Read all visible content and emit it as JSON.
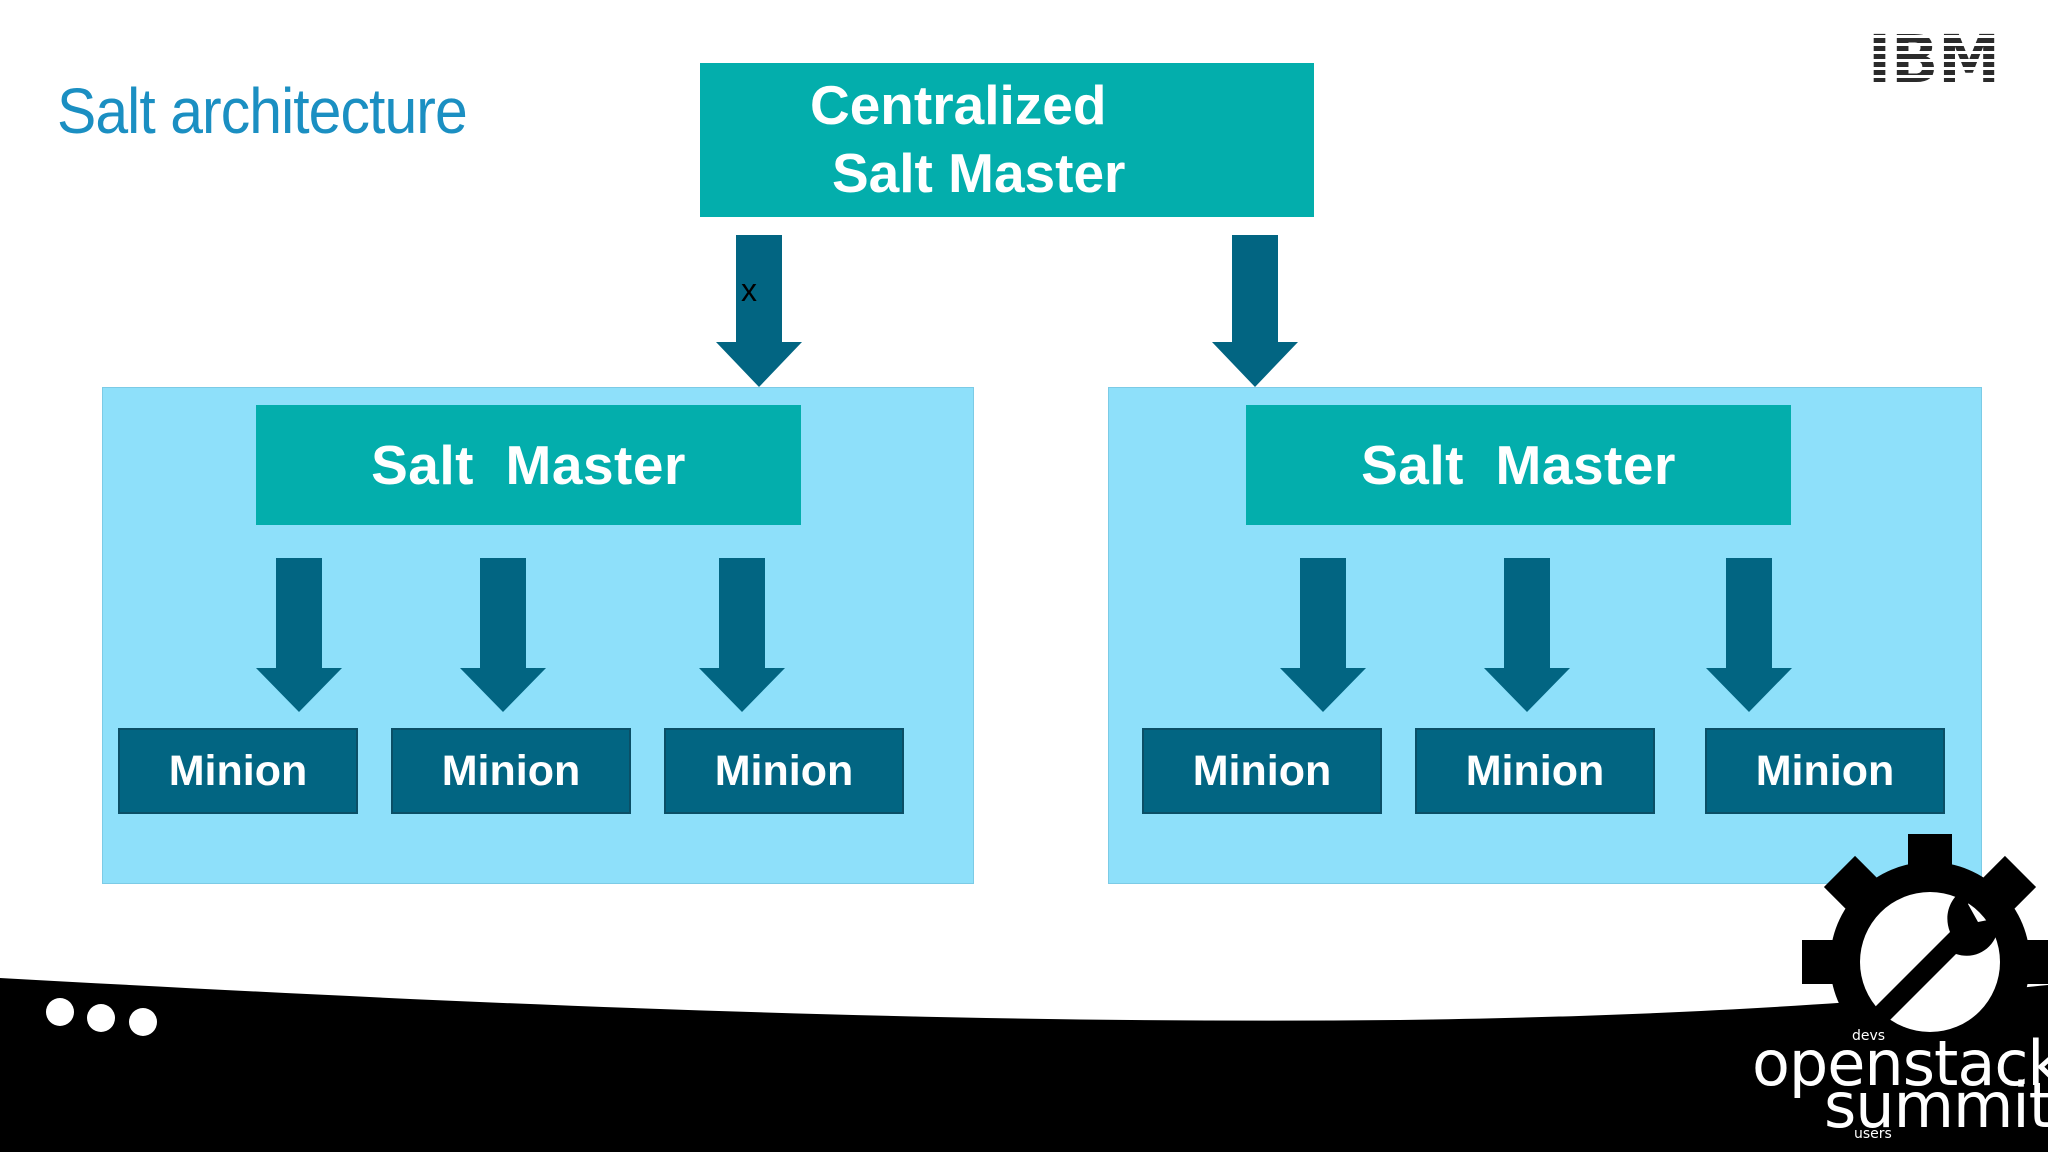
{
  "slide": {
    "title": "Salt architecture"
  },
  "brand": {
    "ibm_logo": "IBM",
    "openstack_line1": "openstack",
    "openstack_line2": "summit",
    "openstack_tag_top": "devs",
    "openstack_tag_bottom": "users"
  },
  "diagram": {
    "central_master": {
      "line1": "Centralized",
      "line2": "Salt Master"
    },
    "left_arrow_mark": "x",
    "zones": [
      {
        "master": "Salt  Master",
        "minions": [
          "Minion",
          "Minion",
          "Minion"
        ]
      },
      {
        "master": "Salt  Master",
        "minions": [
          "Minion",
          "Minion",
          "Minion"
        ]
      }
    ]
  },
  "colors": {
    "title": "#1b8fc2",
    "master_fill": "#03aeac",
    "zone_fill": "#8ee0fa",
    "minion_fill": "#026582",
    "arrow_fill": "#026582",
    "footer": "#000000"
  }
}
